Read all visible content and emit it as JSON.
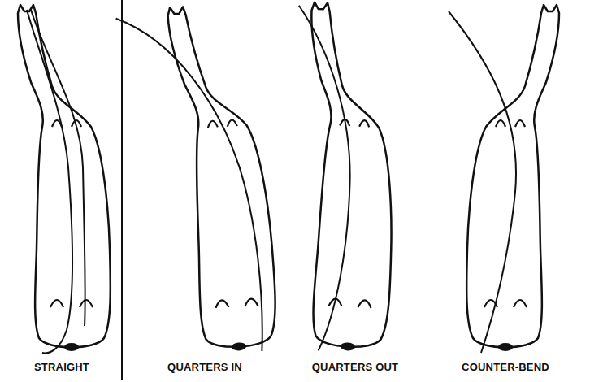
{
  "diagram": {
    "labels": [
      "STRAIGHT",
      "QUARTERS IN",
      "QUARTERS OUT",
      "COUNTER-BEND"
    ]
  }
}
